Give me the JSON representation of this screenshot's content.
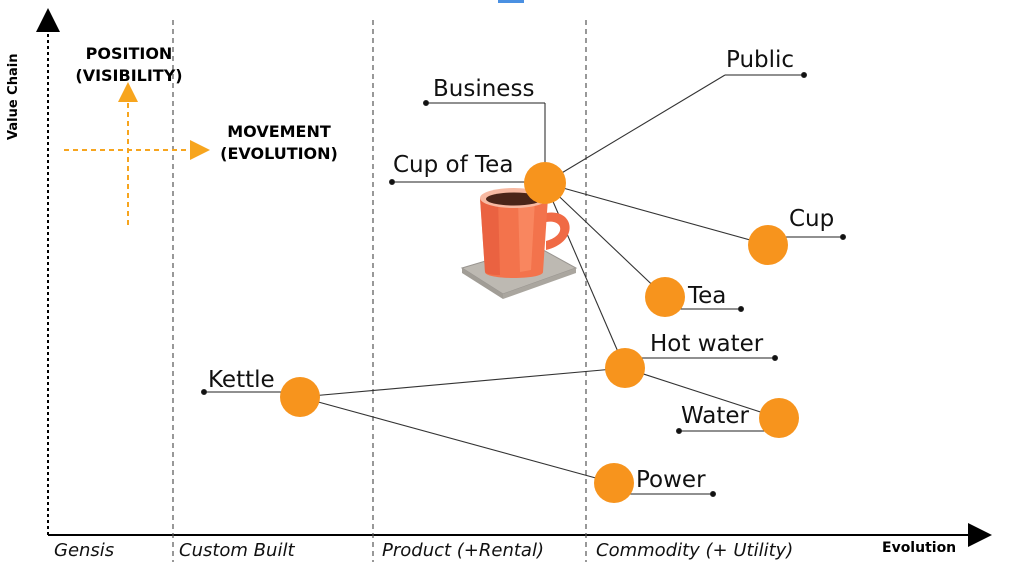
{
  "diagram": {
    "y_axis_title": "Value Chain",
    "x_axis_title": "Evolution",
    "stages": [
      "Gensis",
      "Custom Built",
      "Product (+Rental)",
      "Commodity (+ Utility)"
    ],
    "legend": {
      "position_line1": "POSITION",
      "position_line2": "(VISIBILITY)",
      "movement_line1": "MOVEMENT",
      "movement_line2": "(EVOLUTION)"
    },
    "components": {
      "public": "Public",
      "business": "Business",
      "cup_of_tea": "Cup of Tea",
      "cup": "Cup",
      "tea": "Tea",
      "hot_water": "Hot water",
      "water": "Water",
      "kettle": "Kettle",
      "power": "Power"
    },
    "links": [
      [
        "cup_of_tea",
        "public"
      ],
      [
        "cup_of_tea",
        "business"
      ],
      [
        "cup_of_tea",
        "cup"
      ],
      [
        "cup_of_tea",
        "tea"
      ],
      [
        "cup_of_tea",
        "hot_water"
      ],
      [
        "hot_water",
        "kettle"
      ],
      [
        "hot_water",
        "water"
      ],
      [
        "kettle",
        "power"
      ]
    ],
    "colors": {
      "node": "#f7941d",
      "legend_arrow": "#f7a51e",
      "axis": "#000000",
      "divider": "#555555"
    }
  }
}
